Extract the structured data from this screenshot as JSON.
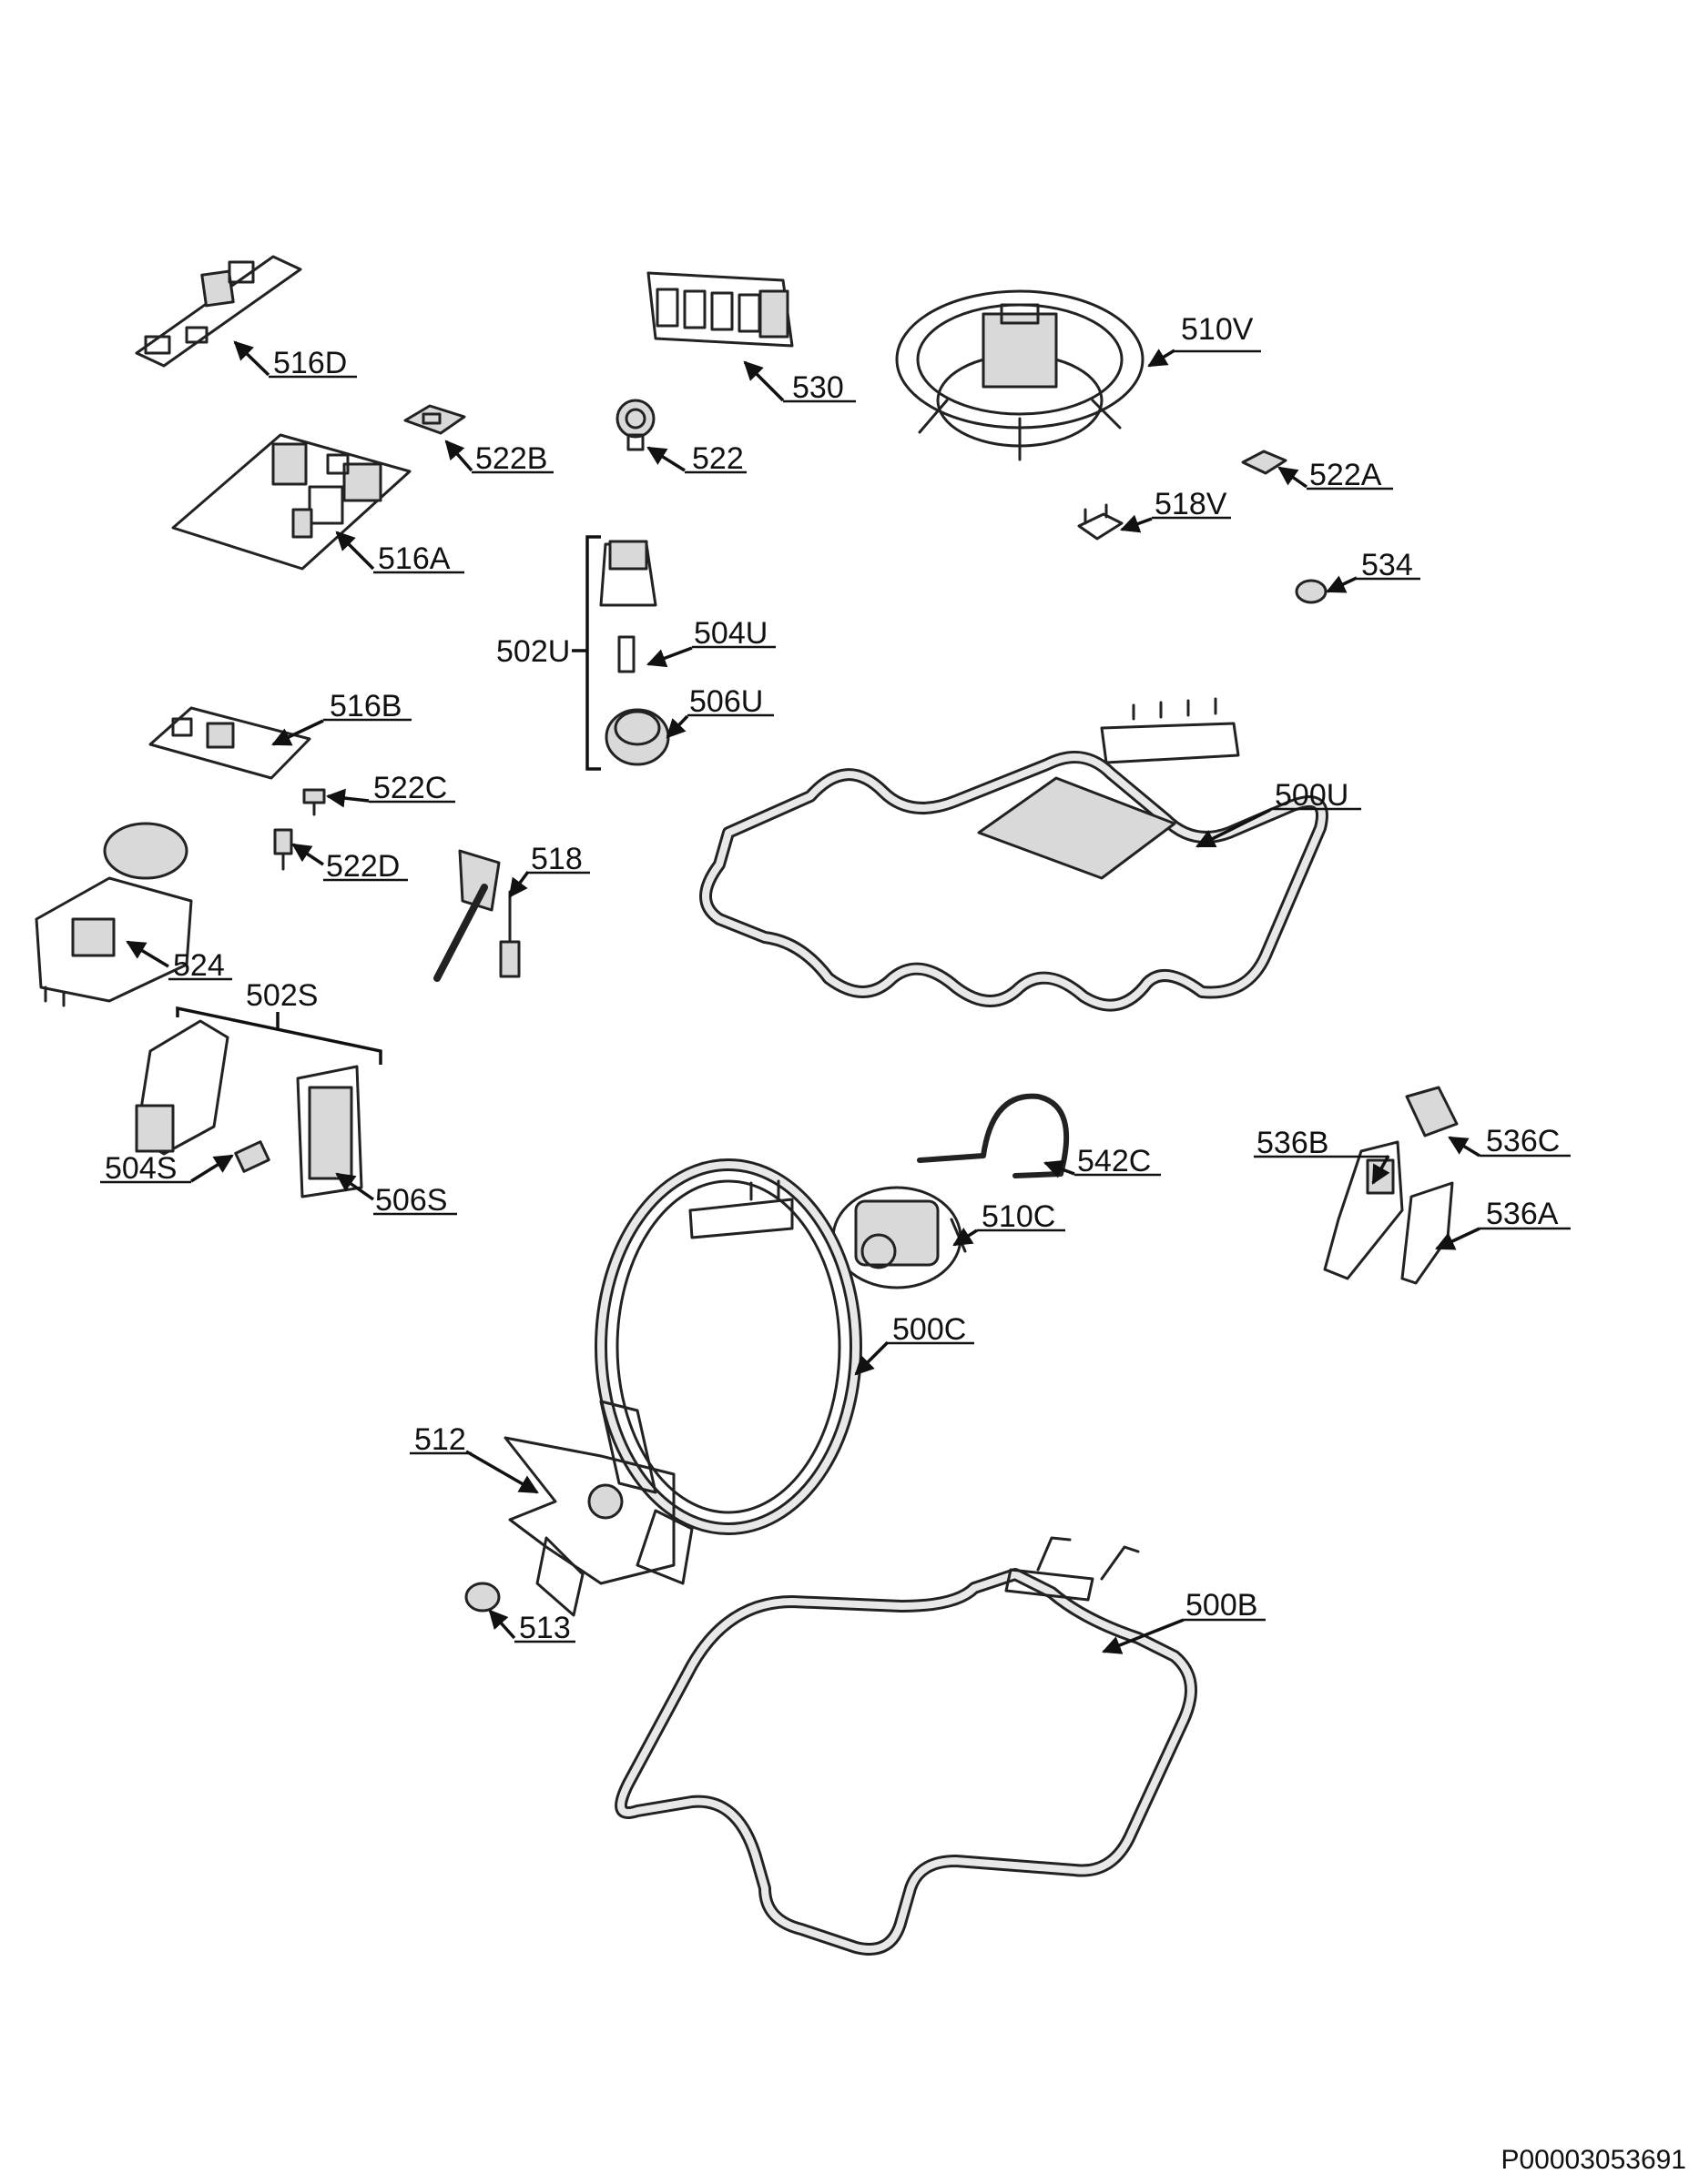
{
  "document_code": "P00003053691",
  "labels": [
    {
      "id": "516D",
      "text": "516D"
    },
    {
      "id": "516A",
      "text": "516A"
    },
    {
      "id": "522B",
      "text": "522B"
    },
    {
      "id": "530",
      "text": "530"
    },
    {
      "id": "522",
      "text": "522"
    },
    {
      "id": "510V",
      "text": "510V"
    },
    {
      "id": "522A",
      "text": "522A"
    },
    {
      "id": "518V",
      "text": "518V"
    },
    {
      "id": "534",
      "text": "534"
    },
    {
      "id": "502U",
      "text": "502U"
    },
    {
      "id": "504U",
      "text": "504U"
    },
    {
      "id": "506U",
      "text": "506U"
    },
    {
      "id": "516B",
      "text": "516B"
    },
    {
      "id": "522C",
      "text": "522C"
    },
    {
      "id": "522D",
      "text": "522D"
    },
    {
      "id": "518",
      "text": "518"
    },
    {
      "id": "500U",
      "text": "500U"
    },
    {
      "id": "524",
      "text": "524"
    },
    {
      "id": "502S",
      "text": "502S"
    },
    {
      "id": "504S",
      "text": "504S"
    },
    {
      "id": "506S",
      "text": "506S"
    },
    {
      "id": "542C",
      "text": "542C"
    },
    {
      "id": "536B",
      "text": "536B"
    },
    {
      "id": "536C",
      "text": "536C"
    },
    {
      "id": "510C",
      "text": "510C"
    },
    {
      "id": "536A",
      "text": "536A"
    },
    {
      "id": "500C",
      "text": "500C"
    },
    {
      "id": "512",
      "text": "512"
    },
    {
      "id": "513",
      "text": "513"
    },
    {
      "id": "500B",
      "text": "500B"
    }
  ]
}
